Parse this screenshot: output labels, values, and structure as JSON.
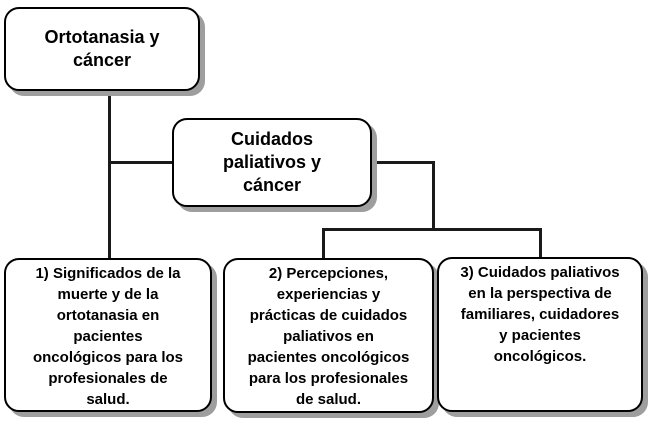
{
  "diagram": {
    "type": "flowchart",
    "colors": {
      "node_fill": "#ffffff",
      "node_border": "#000000",
      "node_shadow": "#9e9e9e",
      "text": "#000000",
      "connector": "#1a1a1a"
    },
    "boxes": {
      "ortotanasia": {
        "lines": [
          "Ortotanasia y",
          "cáncer"
        ]
      },
      "cuidados": {
        "lines": [
          "Cuidados",
          "paliativos y",
          "cáncer"
        ]
      },
      "theme1": {
        "lines": [
          "1) Significados de la",
          "muerte y de la",
          "ortotanasia en",
          "pacientes",
          "oncológicos para los",
          "profesionales de",
          "salud."
        ]
      },
      "theme2": {
        "lines": [
          "2) Percepciones,",
          "experiencias y",
          "prácticas de cuidados",
          "paliativos en",
          "pacientes oncológicos",
          "para los profesionales",
          "de salud."
        ]
      },
      "theme3": {
        "lines": [
          "3) Cuidados paliativos",
          "en la perspectiva de",
          "familiares, cuidadores",
          "y pacientes",
          "oncológicos."
        ]
      }
    }
  }
}
